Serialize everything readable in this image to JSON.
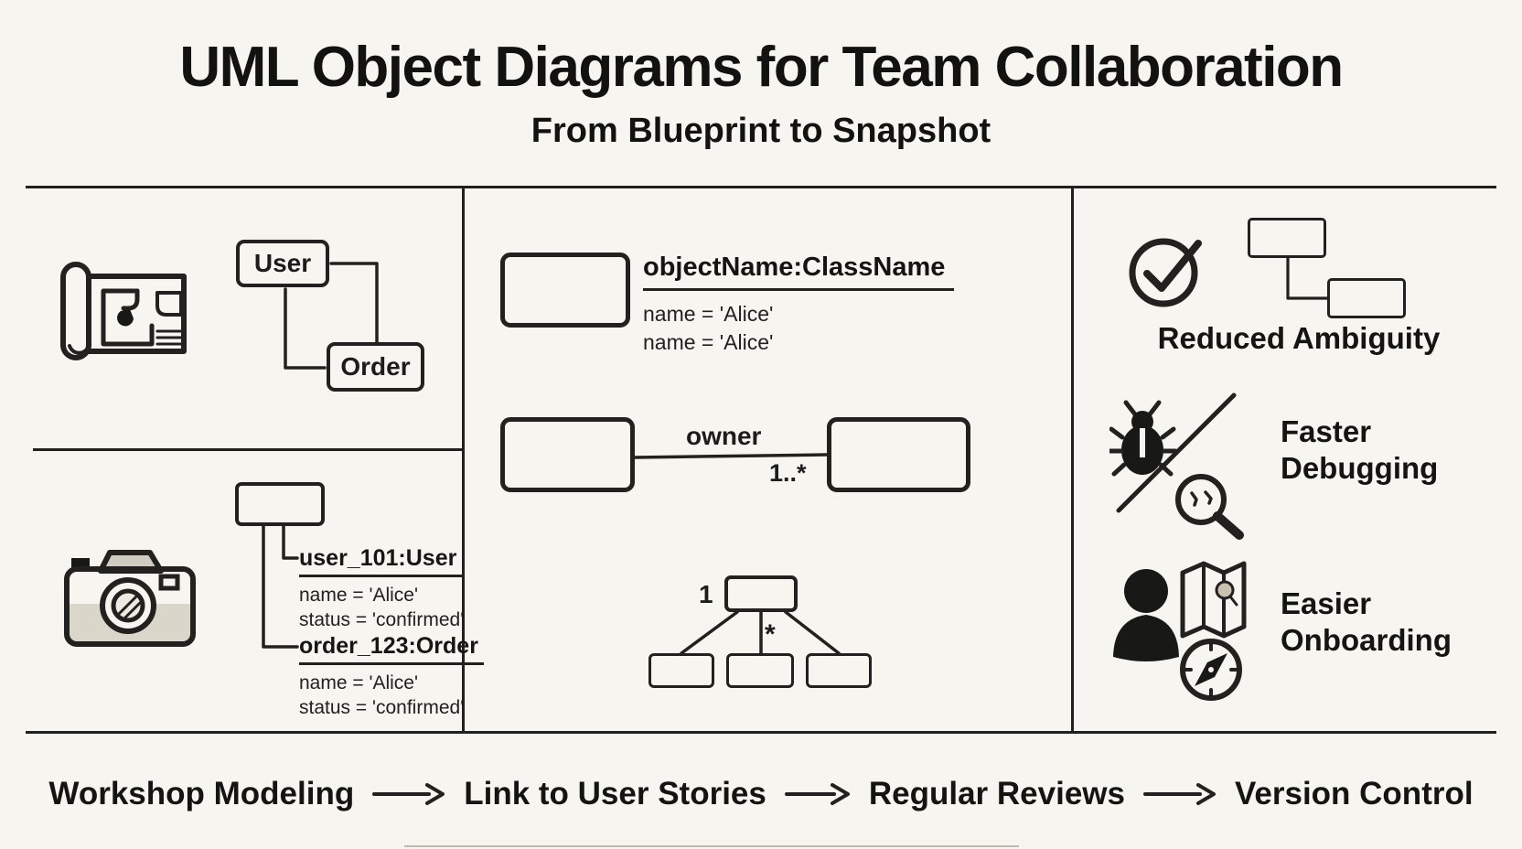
{
  "page": {
    "title": "UML Object Diagrams for Team Collaboration",
    "subtitle": "From Blueprint to Snapshot",
    "background_color": "#f6f5ef",
    "ink_color": "#22211f"
  },
  "left_panel": {
    "blueprint_section": {
      "icon": "blueprint-icon",
      "class_boxes": [
        {
          "label": "User"
        },
        {
          "label": "Order"
        }
      ]
    },
    "snapshot_section": {
      "icon": "camera-icon",
      "objects": [
        {
          "name": "user_101:User",
          "attributes": [
            "name = 'Alice'",
            "status = 'confirmed'"
          ]
        },
        {
          "name": "order_123:Order",
          "attributes": [
            "name = 'Alice'",
            "status = 'confirmed'"
          ]
        }
      ]
    }
  },
  "center_panel": {
    "notation": {
      "header": "objectName:ClassName",
      "attributes": [
        "name = 'Alice'",
        "name = 'Alice'"
      ]
    },
    "association": {
      "label": "owner",
      "multiplicity": "1..*"
    },
    "tree": {
      "parent_multiplicity": "1",
      "child_multiplicity": "*"
    }
  },
  "right_panel": {
    "benefits": [
      {
        "icon": "check-circle-icon",
        "label": "Reduced Ambiguity"
      },
      {
        "icon": "bug-magnifier-icon",
        "line1": "Faster",
        "line2": "Debugging"
      },
      {
        "icon": "person-map-icon",
        "line1": "Easier",
        "line2": "Onboarding"
      }
    ]
  },
  "process_flow": {
    "steps": [
      "Workshop Modeling",
      "Link to User Stories",
      "Regular Reviews",
      "Version Control"
    ],
    "connector": "right-arrow"
  }
}
